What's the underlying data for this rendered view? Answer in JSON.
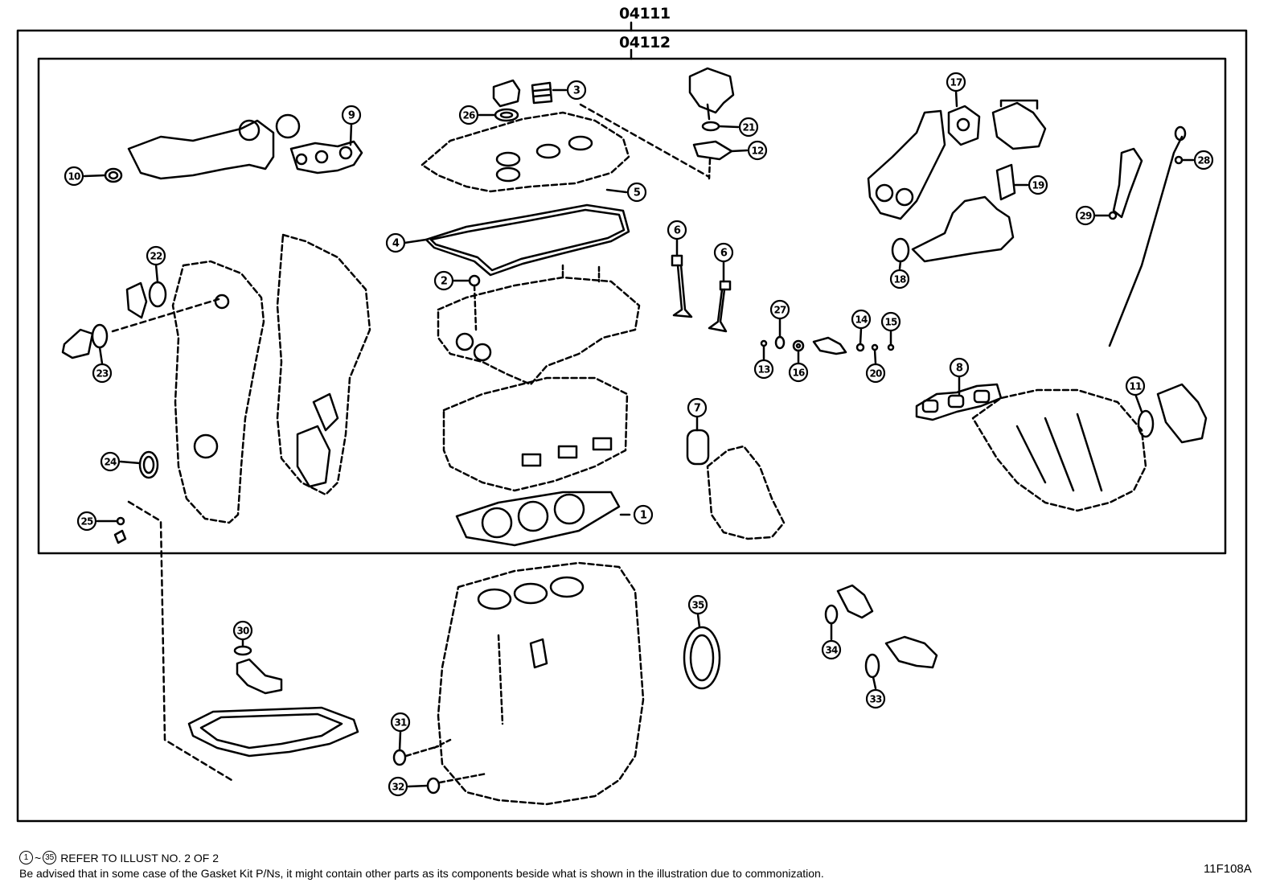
{
  "codes": {
    "outer": "04111",
    "inner": "04112"
  },
  "callouts": [
    "1",
    "2",
    "3",
    "4",
    "5",
    "6",
    "6",
    "7",
    "8",
    "9",
    "10",
    "11",
    "12",
    "13",
    "14",
    "15",
    "16",
    "17",
    "18",
    "19",
    "20",
    "21",
    "22",
    "23",
    "24",
    "25",
    "26",
    "27",
    "28",
    "29",
    "30",
    "31",
    "32",
    "33",
    "34",
    "35"
  ],
  "footer": {
    "ref_start": "1",
    "ref_tilde": "~",
    "ref_end": "35",
    "ref_text": "REFER TO ILLUST NO. 2 OF 2",
    "note": "Be advised that in some case of the Gasket Kit P/Ns,  it might contain other parts as its components beside what is shown in the illustration due to commonization.",
    "illustration_code": "11F108A"
  }
}
